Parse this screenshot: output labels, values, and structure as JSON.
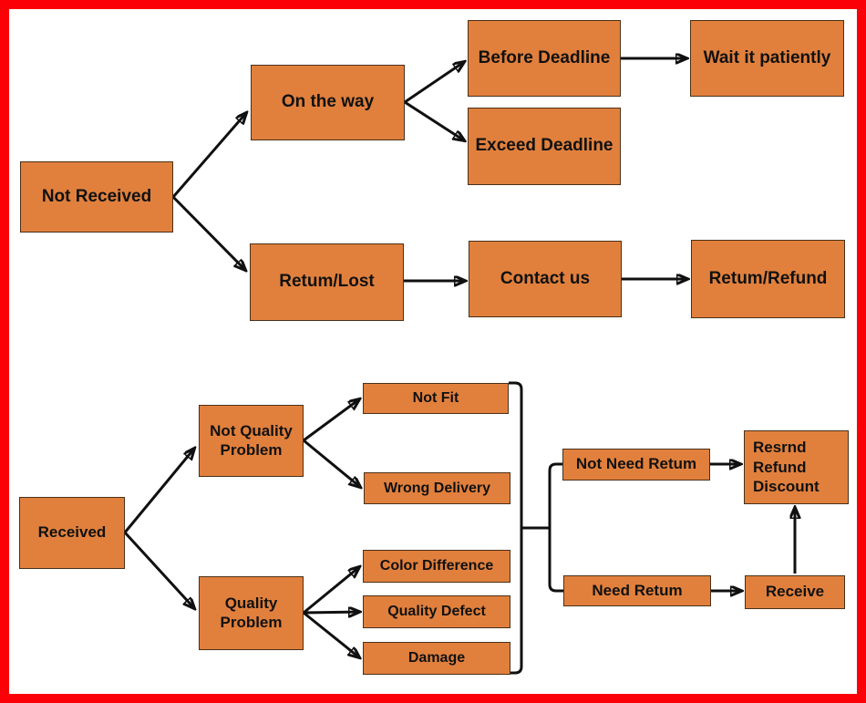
{
  "diagram": {
    "description": "Order received / not received return-refund flowchart",
    "colors": {
      "frame_border": "#fb0006",
      "node_fill": "#e1803d",
      "node_border": "#4a3018",
      "connector": "#101010",
      "text": "#111111",
      "background": "#ffffff"
    },
    "nodes": {
      "not_received": {
        "label": "Not Received"
      },
      "on_the_way": {
        "label": "On the way"
      },
      "before_deadline": {
        "label": "Before Deadline"
      },
      "wait_it_patiently": {
        "label": "Wait it patiently"
      },
      "exceed_deadline": {
        "label": "Exceed Deadline"
      },
      "retum_lost": {
        "label": "Retum/Lost"
      },
      "contact_us": {
        "label": "Contact us"
      },
      "retum_refund": {
        "label": "Retum/Refund"
      },
      "received": {
        "label": "Received"
      },
      "not_quality_problem": {
        "label": "Not Quality Problem"
      },
      "quality_problem": {
        "label": "Quality Problem"
      },
      "not_fit": {
        "label": "Not Fit"
      },
      "wrong_delivery": {
        "label": "Wrong Delivery"
      },
      "color_difference": {
        "label": "Color Difference"
      },
      "quality_defect": {
        "label": "Quality Defect"
      },
      "damage": {
        "label": "Damage"
      },
      "not_need_retum": {
        "label": "Not Need Retum"
      },
      "need_retum": {
        "label": "Need Retum"
      },
      "resrnd_refund_discount": {
        "label": "Resrnd Refund Discount"
      },
      "receive": {
        "label": "Receive"
      }
    },
    "edges": [
      {
        "from": "not_received",
        "to": "on_the_way"
      },
      {
        "from": "not_received",
        "to": "retum_lost"
      },
      {
        "from": "on_the_way",
        "to": "before_deadline"
      },
      {
        "from": "on_the_way",
        "to": "exceed_deadline"
      },
      {
        "from": "before_deadline",
        "to": "wait_it_patiently"
      },
      {
        "from": "retum_lost",
        "to": "contact_us"
      },
      {
        "from": "contact_us",
        "to": "retum_refund"
      },
      {
        "from": "received",
        "to": "not_quality_problem"
      },
      {
        "from": "received",
        "to": "quality_problem"
      },
      {
        "from": "not_quality_problem",
        "to": "not_fit"
      },
      {
        "from": "not_quality_problem",
        "to": "wrong_delivery"
      },
      {
        "from": "quality_problem",
        "to": "color_difference"
      },
      {
        "from": "quality_problem",
        "to": "quality_defect"
      },
      {
        "from": "quality_problem",
        "to": "damage"
      },
      {
        "from": "outcome_group",
        "to": "not_need_retum"
      },
      {
        "from": "outcome_group",
        "to": "need_retum"
      },
      {
        "from": "not_need_retum",
        "to": "resrnd_refund_discount"
      },
      {
        "from": "need_retum",
        "to": "receive"
      },
      {
        "from": "receive",
        "to": "resrnd_refund_discount"
      }
    ]
  }
}
